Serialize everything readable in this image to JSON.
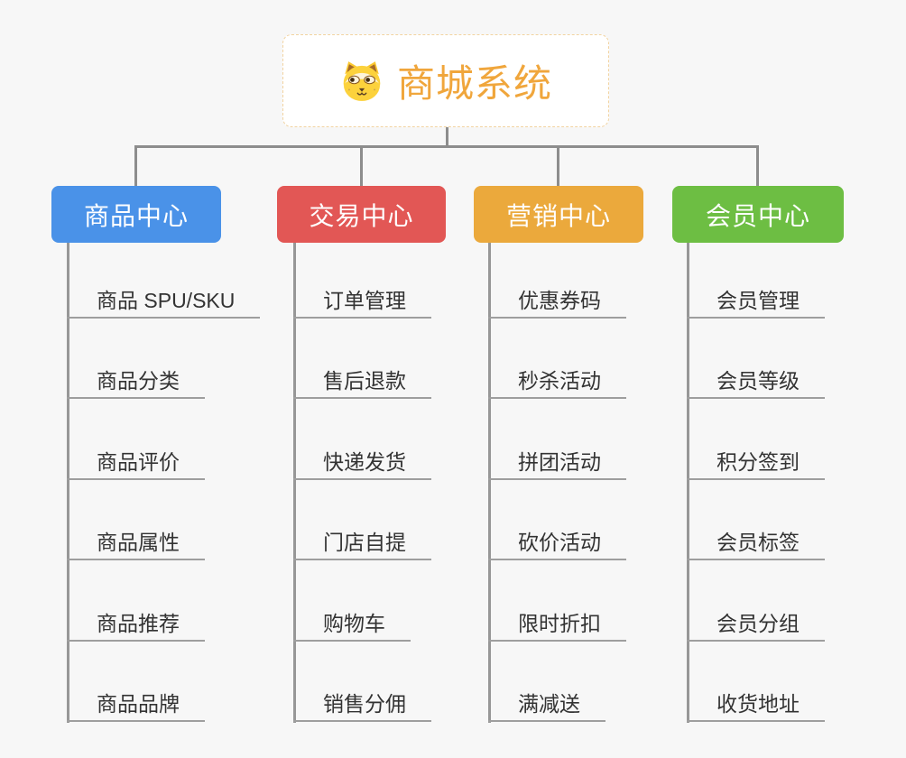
{
  "root": {
    "title": "商城系统",
    "icon": "shiba-dog-icon"
  },
  "branches": [
    {
      "label": "商品中心",
      "color": "#4a92e8",
      "children": [
        "商品 SPU/SKU",
        "商品分类",
        "商品评价",
        "商品属性",
        "商品推荐",
        "商品品牌"
      ]
    },
    {
      "label": "交易中心",
      "color": "#e25755",
      "children": [
        "订单管理",
        "售后退款",
        "快递发货",
        "门店自提",
        "购物车",
        "销售分佣"
      ]
    },
    {
      "label": "营销中心",
      "color": "#eba93c",
      "children": [
        "优惠券码",
        "秒杀活动",
        "拼团活动",
        "砍价活动",
        "限时折扣",
        "满减送"
      ]
    },
    {
      "label": "会员中心",
      "color": "#6dbe43",
      "children": [
        "会员管理",
        "会员等级",
        "积分签到",
        "会员标签",
        "会员分组",
        "收货地址"
      ]
    }
  ],
  "colors": {
    "background": "#f7f7f7",
    "connector": "#8d8d8d",
    "leaf_underline": "#9e9e9e",
    "leaf_text": "#333333",
    "root_text": "#f0a63c",
    "root_border": "#f2d3a0"
  }
}
